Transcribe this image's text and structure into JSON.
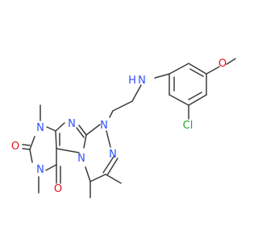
{
  "molecule": {
    "atom_labels": [
      {
        "id": "a-n-amine",
        "element": "N",
        "text": "N",
        "color": "#3050F8"
      },
      {
        "id": "a-h-amine",
        "element": "H",
        "text": "H",
        "color": "#3050F8"
      },
      {
        "id": "a-o-methoxy",
        "element": "O",
        "text": "O",
        "color": "#E8101C"
      },
      {
        "id": "a-cl",
        "element": "Cl",
        "text": "Cl",
        "color": "#1FA82A"
      },
      {
        "id": "a-n-triaz1",
        "element": "N",
        "text": "N",
        "color": "#3050F8"
      },
      {
        "id": "a-n-triaz2",
        "element": "N",
        "text": "N",
        "color": "#3050F8"
      },
      {
        "id": "a-n-im",
        "element": "N",
        "text": "N",
        "color": "#3050F8"
      },
      {
        "id": "a-n-fused",
        "element": "N",
        "text": "N",
        "color": "#3050F8"
      },
      {
        "id": "a-n-pyr1",
        "element": "N",
        "text": "N",
        "color": "#3050F8"
      },
      {
        "id": "a-n-pyr2",
        "element": "N",
        "text": "N",
        "color": "#3050F8"
      },
      {
        "id": "a-o-carb1",
        "element": "O",
        "text": "O",
        "color": "#E8101C"
      },
      {
        "id": "a-o-carb2",
        "element": "O",
        "text": "O",
        "color": "#E8101C"
      }
    ],
    "bond_color": "#3b3b3b",
    "background": "#ffffff"
  }
}
